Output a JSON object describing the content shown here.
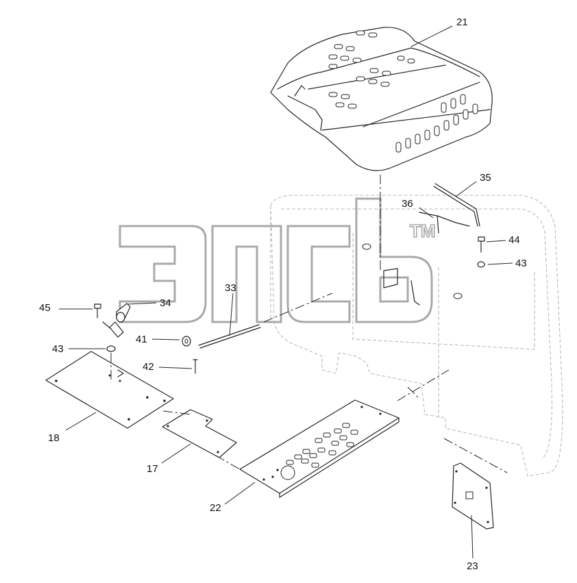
{
  "watermark": {
    "trademark": "TM"
  },
  "callouts": [
    {
      "id": "21",
      "label": "21"
    },
    {
      "id": "35",
      "label": "35"
    },
    {
      "id": "36",
      "label": "36"
    },
    {
      "id": "44",
      "label": "44"
    },
    {
      "id": "43a",
      "label": "43"
    },
    {
      "id": "34",
      "label": "34"
    },
    {
      "id": "45",
      "label": "45"
    },
    {
      "id": "33",
      "label": "33"
    },
    {
      "id": "41",
      "label": "41"
    },
    {
      "id": "43b",
      "label": "43"
    },
    {
      "id": "42",
      "label": "42"
    },
    {
      "id": "18",
      "label": "18"
    },
    {
      "id": "17",
      "label": "17"
    },
    {
      "id": "22",
      "label": "22"
    },
    {
      "id": "23",
      "label": "23"
    }
  ]
}
